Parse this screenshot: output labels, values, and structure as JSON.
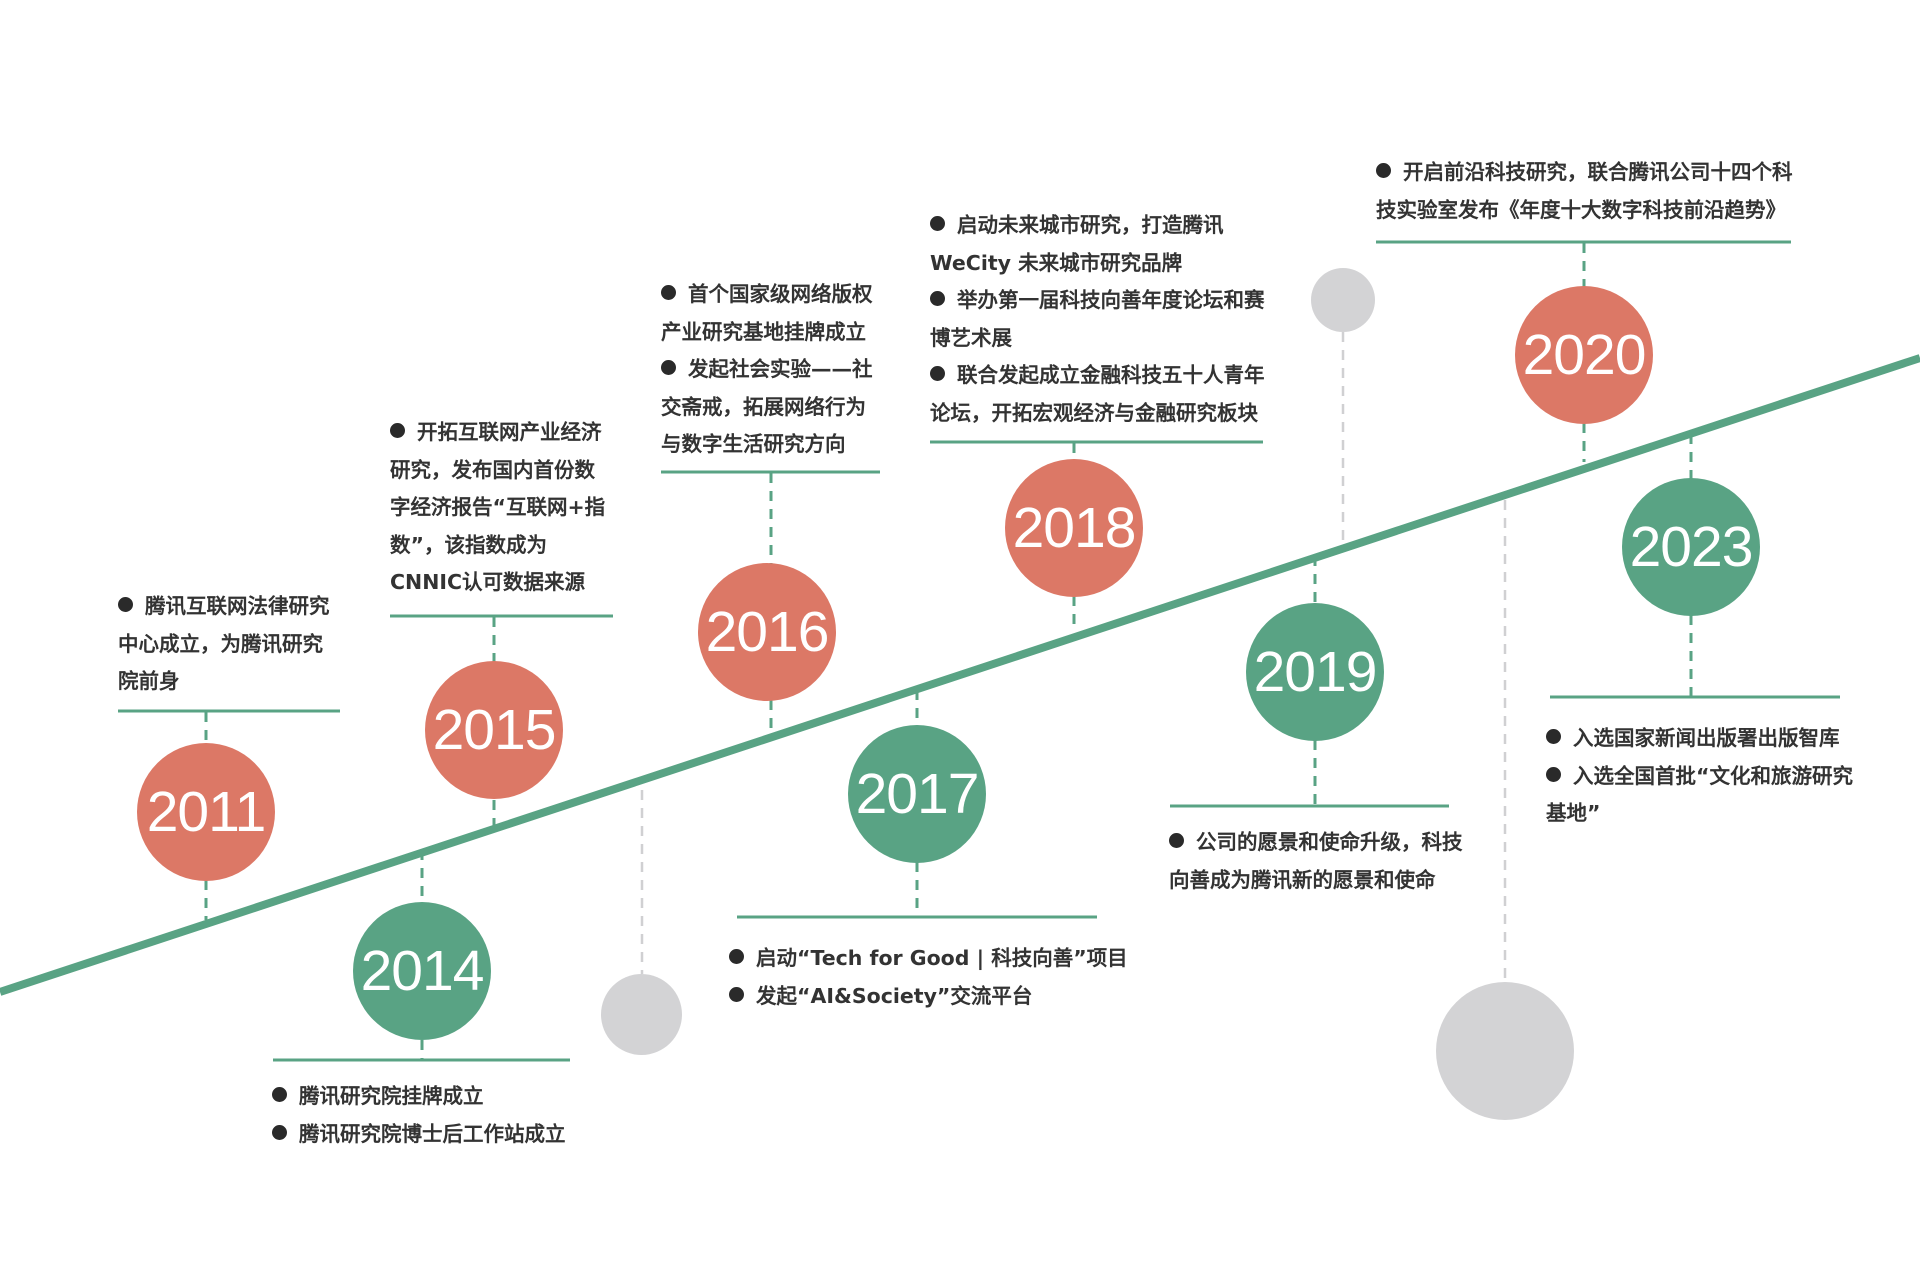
{
  "colors": {
    "line": "#59a384",
    "red": "#dc7866",
    "green": "#59a384",
    "gray": "#d3d3d5",
    "text": "#333333"
  },
  "milestones": [
    {
      "year": "2011",
      "color": "red",
      "lines": [
        {
          "bullet": true,
          "text": "腾讯互联网法律研究"
        },
        {
          "bullet": false,
          "text": "中心成立，为腾讯研究"
        },
        {
          "bullet": false,
          "text": "院前身"
        }
      ]
    },
    {
      "year": "2014",
      "color": "green",
      "lines": [
        {
          "bullet": true,
          "text": "腾讯研究院挂牌成立"
        },
        {
          "bullet": true,
          "text": "腾讯研究院博士后工作站成立"
        }
      ]
    },
    {
      "year": "2015",
      "color": "red",
      "lines": [
        {
          "bullet": true,
          "text": "开拓互联网产业经济"
        },
        {
          "bullet": false,
          "text": "研究，发布国内首份数"
        },
        {
          "bullet": false,
          "text": "字经济报告“互联网+指"
        },
        {
          "bullet": false,
          "text": "数”，该指数成为"
        },
        {
          "bullet": false,
          "text": "CNNIC认可数据来源"
        }
      ]
    },
    {
      "year": "2016",
      "color": "red",
      "lines": [
        {
          "bullet": true,
          "text": "首个国家级网络版权"
        },
        {
          "bullet": false,
          "text": "产业研究基地挂牌成立"
        },
        {
          "bullet": true,
          "text": "发起社会实验——社"
        },
        {
          "bullet": false,
          "text": "交斋戒，拓展网络行为"
        },
        {
          "bullet": false,
          "text": "与数字生活研究方向"
        }
      ]
    },
    {
      "year": "2017",
      "color": "green",
      "lines": [
        {
          "bullet": true,
          "text": "启动“Tech for Good | 科技向善”项目"
        },
        {
          "bullet": true,
          "text": "发起“AI&Society”交流平台"
        }
      ]
    },
    {
      "year": "2018",
      "color": "red",
      "lines": [
        {
          "bullet": true,
          "text": "启动未来城市研究，打造腾讯"
        },
        {
          "bullet": false,
          "text": "WeCity 未来城市研究品牌"
        },
        {
          "bullet": true,
          "text": "举办第一届科技向善年度论坛和赛"
        },
        {
          "bullet": false,
          "text": "博艺术展"
        },
        {
          "bullet": true,
          "text": "联合发起成立金融科技五十人青年"
        },
        {
          "bullet": false,
          "text": "论坛，开拓宏观经济与金融研究板块"
        }
      ]
    },
    {
      "year": "2019",
      "color": "green",
      "lines": [
        {
          "bullet": true,
          "text": "公司的愿景和使命升级，科技"
        },
        {
          "bullet": false,
          "text": "向善成为腾讯新的愿景和使命"
        }
      ]
    },
    {
      "year": "2020",
      "color": "red",
      "lines": [
        {
          "bullet": true,
          "text": "开启前沿科技研究，联合腾讯公司十四个科"
        },
        {
          "bullet": false,
          "text": "技实验室发布《年度十大数字科技前沿趋势》"
        }
      ]
    },
    {
      "year": "2023",
      "color": "green",
      "lines": [
        {
          "bullet": true,
          "text": "入选国家新闻出版署出版智库"
        },
        {
          "bullet": true,
          "text": "入选全国首批“文化和旅游研究"
        },
        {
          "bullet": false,
          "text": "基地”"
        }
      ]
    }
  ]
}
